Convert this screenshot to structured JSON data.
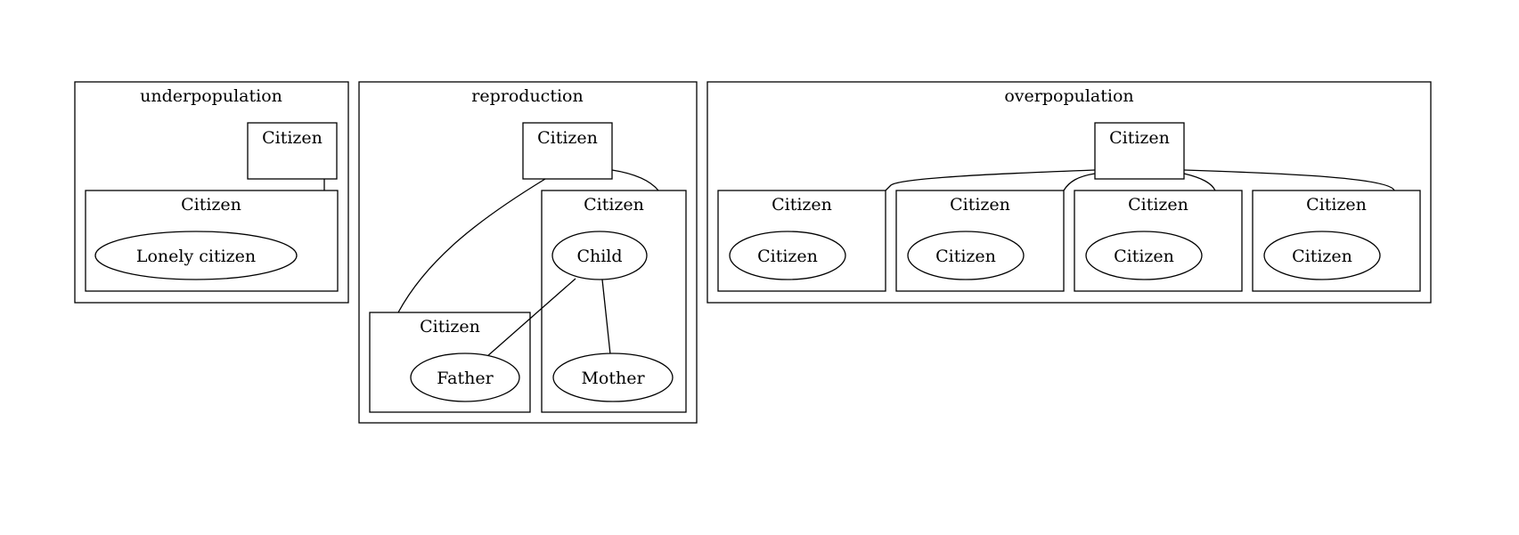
{
  "clusters": {
    "underpopulation": {
      "title": "underpopulation",
      "top_node": "Citizen",
      "inner_title": "Citizen",
      "inner_node": "Lonely citizen"
    },
    "reproduction": {
      "title": "reproduction",
      "top_node": "Citizen",
      "child_cluster_title": "Citizen",
      "child_node": "Child",
      "mother_node": "Mother",
      "father_cluster_title": "Citizen",
      "father_node": "Father"
    },
    "overpopulation": {
      "title": "overpopulation",
      "top_node": "Citizen",
      "subclusters": [
        {
          "title": "Citizen",
          "node": "Citizen"
        },
        {
          "title": "Citizen",
          "node": "Citizen"
        },
        {
          "title": "Citizen",
          "node": "Citizen"
        },
        {
          "title": "Citizen",
          "node": "Citizen"
        }
      ]
    }
  }
}
